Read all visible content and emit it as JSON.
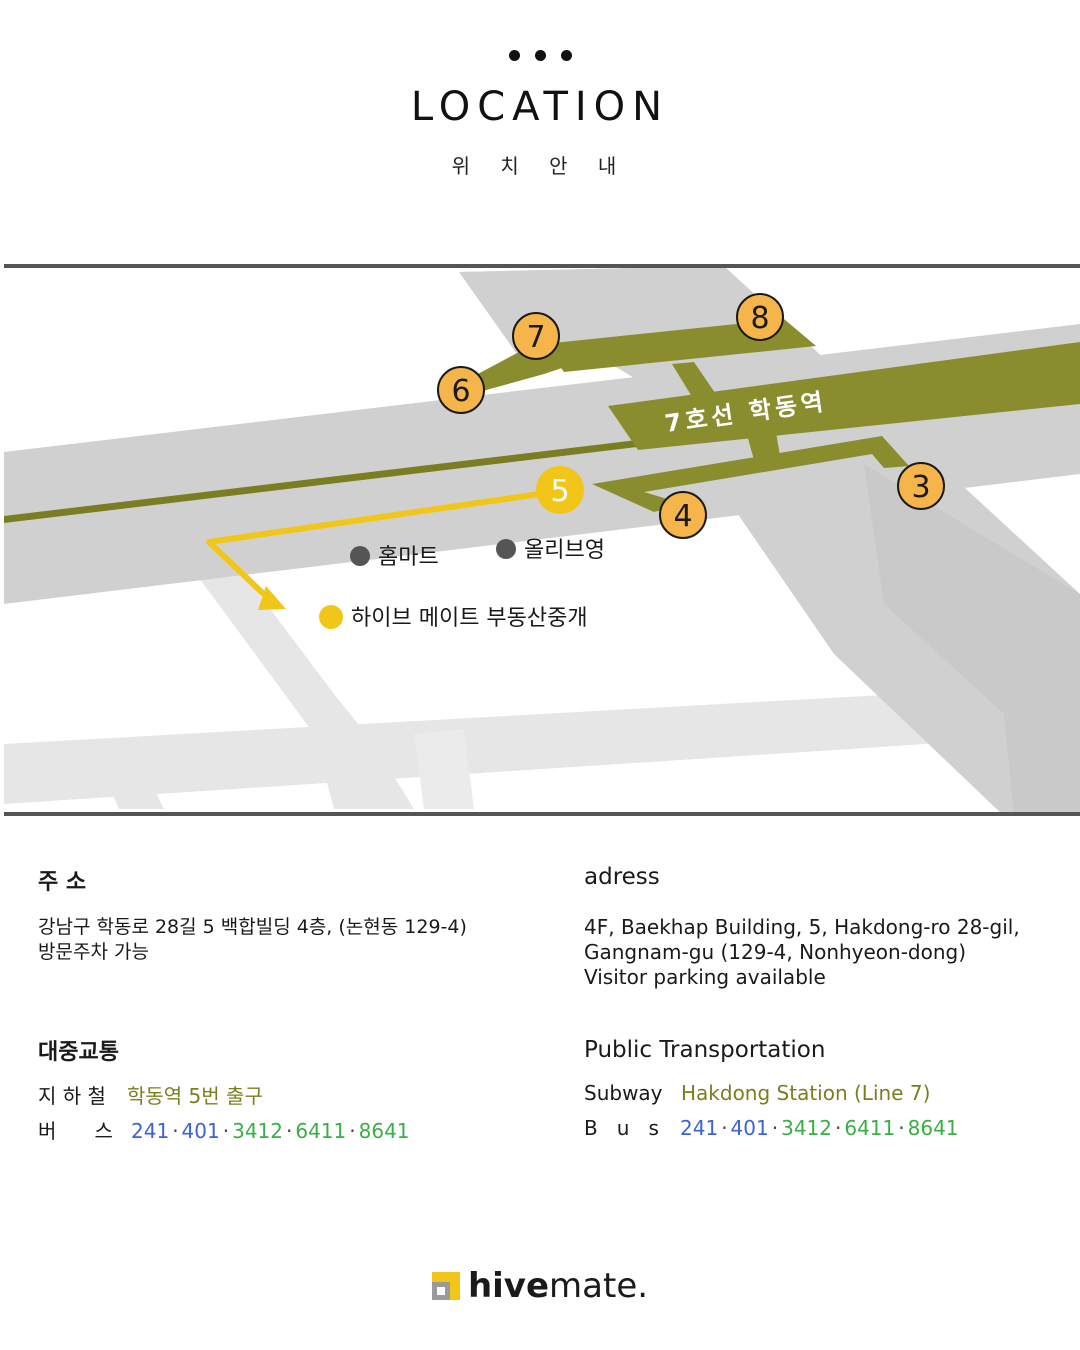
{
  "header": {
    "title": "LOCATION",
    "subtitle": "위 치 안 내"
  },
  "map": {
    "station_label": "7호선 학동역",
    "exits": [
      "3",
      "4",
      "5",
      "6",
      "7",
      "8"
    ],
    "landmarks": {
      "homemart": "홈마트",
      "oliveyoung": "올리브영",
      "office": "하이브 메이트 부동산중개"
    },
    "colors": {
      "line7": "#8a8d2e",
      "exit_badge": "#f5b54a",
      "route": "#f2c619",
      "road": "#d0d0d0",
      "road_light": "#e6e6e6",
      "landmark_dot": "#555555"
    }
  },
  "korean": {
    "address_heading": "주 소",
    "address_line1": "강남구 학동로 28길 5 백합빌딩 4층, (논현동 129-4)",
    "address_line2": "방문주차 가능",
    "transport_heading": "대중교통",
    "subway_label": "지 하 철",
    "subway_value": "학동역 5번 출구",
    "bus_label": "버      스"
  },
  "english": {
    "address_heading": "adress",
    "address_line1": "4F, Baekhap Building, 5, Hakdong-ro 28-gil,",
    "address_line2": "Gangnam-gu (129-4, Nonhyeon-dong)",
    "address_line3": "Visitor parking available",
    "transport_heading": "Public Transportation",
    "subway_label": "Subway",
    "subway_value": "Hakdong Station (Line 7)",
    "bus_label": "B   u   s"
  },
  "bus_numbers": {
    "b1": "241",
    "b2": "401",
    "b3": "3412",
    "b4": "6411",
    "b5": "8641"
  },
  "logo": {
    "bold": "hive",
    "rest": "mate."
  }
}
